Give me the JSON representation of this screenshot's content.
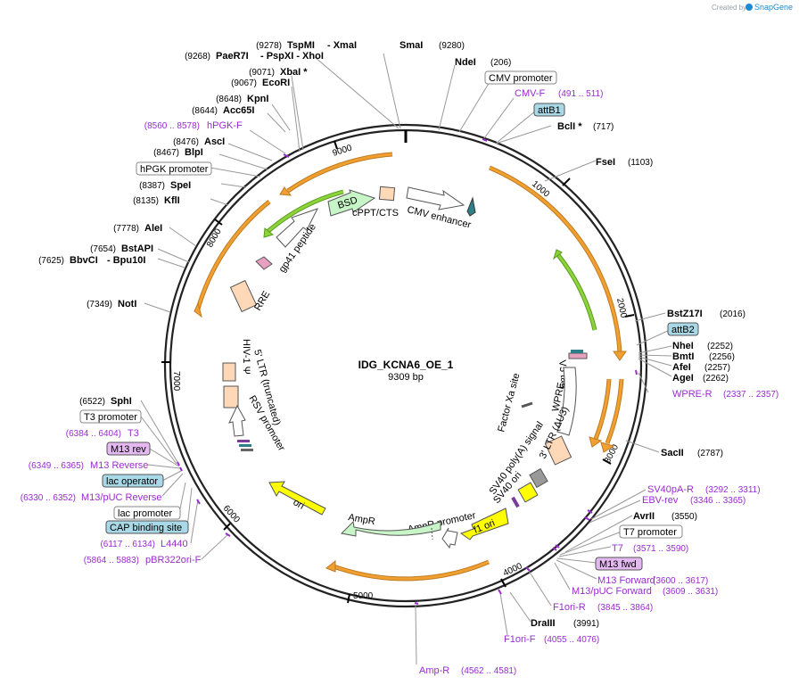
{
  "watermark": {
    "created_by": "Created by",
    "brand": "SnapGene"
  },
  "plasmid": {
    "name": "IDG_KCNA6_OE_1",
    "size": "9309 bp"
  },
  "enzymes": [
    {
      "pos": "(9278)",
      "name": "TspMI",
      "extra": "- XmaI"
    },
    {
      "pos": "(9268)",
      "name": "PaeR7I",
      "extra": "- PspXI   - XhoI"
    },
    {
      "pos": "(9071)",
      "name": "XbaI *",
      "extra": ""
    },
    {
      "pos": "(9067)",
      "name": "EcoRI",
      "extra": ""
    },
    {
      "pos": "(8648)",
      "name": "KpnI",
      "extra": ""
    },
    {
      "pos": "(8644)",
      "name": "Acc65I",
      "extra": ""
    },
    {
      "pos": "(8476)",
      "name": "AscI",
      "extra": ""
    },
    {
      "pos": "(8467)",
      "name": "BlpI",
      "extra": ""
    },
    {
      "pos": "(8387)",
      "name": "SpeI",
      "extra": ""
    },
    {
      "pos": "(8135)",
      "name": "KflI",
      "extra": ""
    },
    {
      "pos": "(7778)",
      "name": "AleI",
      "extra": ""
    },
    {
      "pos": "(7654)",
      "name": "BstAPI",
      "extra": ""
    },
    {
      "pos": "(7625)",
      "name": "BbvCI",
      "extra": "- Bpu10I"
    },
    {
      "pos": "(7349)",
      "name": "NotI",
      "extra": ""
    },
    {
      "pos": "(6522)",
      "name": "SphI",
      "extra": ""
    },
    {
      "pos": "(9280)",
      "name": "SmaI",
      "extra": ""
    },
    {
      "pos": "(206)",
      "name": "NdeI",
      "extra": ""
    },
    {
      "pos": "(717)",
      "name": "BclI *",
      "extra": ""
    },
    {
      "pos": "(1103)",
      "name": "FseI",
      "extra": ""
    },
    {
      "pos": "(2016)",
      "name": "BstZ17I",
      "extra": ""
    },
    {
      "pos": "(2252)",
      "name": "NheI",
      "extra": ""
    },
    {
      "pos": "(2256)",
      "name": "BmtI",
      "extra": ""
    },
    {
      "pos": "(2257)",
      "name": "AfeI",
      "extra": ""
    },
    {
      "pos": "(2262)",
      "name": "AgeI",
      "extra": ""
    },
    {
      "pos": "(2787)",
      "name": "SacII",
      "extra": ""
    },
    {
      "pos": "(3550)",
      "name": "AvrII",
      "extra": ""
    },
    {
      "pos": "(3991)",
      "name": "DraIII",
      "extra": ""
    }
  ],
  "primers": [
    {
      "name": "hPGK-F",
      "range": "(8560 .. 8578)"
    },
    {
      "name": "CMV-F",
      "range": "(491 .. 511)"
    },
    {
      "name": "WPRE-R",
      "range": "(2337 .. 2357)"
    },
    {
      "name": "T3",
      "range": "(6384 .. 6404)"
    },
    {
      "name": "M13 Reverse",
      "range": "(6349 .. 6365)"
    },
    {
      "name": "M13/pUC Reverse",
      "range": "(6330 .. 6352)"
    },
    {
      "name": "L4440",
      "range": "(6117 .. 6134)"
    },
    {
      "name": "pBR322ori-F",
      "range": "(5864 .. 5883)"
    },
    {
      "name": "SV40pA-R",
      "range": "(3292 .. 3311)"
    },
    {
      "name": "EBV-rev",
      "range": "(3346 .. 3365)"
    },
    {
      "name": "T7",
      "range": "(3571 .. 3590)"
    },
    {
      "name": "M13 Forward",
      "range": "(3600 .. 3617)"
    },
    {
      "name": "M13/pUC Forward",
      "range": "(3609 .. 3631)"
    },
    {
      "name": "F1ori-R",
      "range": "(3845 .. 3864)"
    },
    {
      "name": "F1ori-F",
      "range": "(4055 .. 4076)"
    },
    {
      "name": "Amp-R",
      "range": "(4562 .. 4581)"
    }
  ],
  "boxed_labels": {
    "cmv_promoter": "CMV promoter",
    "attb1": "attB1",
    "attb2": "attB2",
    "hpgk_promoter": "hPGK promoter",
    "t3_promoter": "T3 promoter",
    "m13_rev": "M13 rev",
    "lac_operator": "lac operator",
    "lac_promoter": "lac promoter",
    "cap_binding_site": "CAP binding site",
    "t7_promoter": "T7 promoter",
    "m13_fwd": "M13 fwd"
  },
  "features": {
    "bsd": "BSD",
    "cppt_cts": "cPPT/CTS",
    "cmv_enhancer": "CMV enhancer",
    "gp41_peptide": "gp41 peptide",
    "rre": "RRE",
    "ltr5": "5' LTR (truncated)",
    "hiv1_psi": "HIV-1 Ψ",
    "rsv_promoter": "RSV promoter",
    "v5_tag": "V5 tag",
    "factor_xa": "Factor Xa site",
    "wpre": "WPRE",
    "ltr3": "3' LTR (ΔU3)",
    "sv40_polya": "SV40 poly(A) signal",
    "sv40_ori": "SV40 ori",
    "f1_ori": "f1 ori",
    "ampr_promoter": "AmpR promoter",
    "ampr": "AmpR",
    "ori": "ori"
  },
  "ticks": [
    "1000",
    "2000",
    "3000",
    "4000",
    "5000",
    "6000",
    "7000",
    "8000",
    "9000"
  ],
  "colors": {
    "primer": "#9a2bd1",
    "orf_orange": "#f0a030",
    "orf_green": "#8cd43a",
    "feature_yellow": "#ffff00",
    "feature_peach": "#ffd8b8",
    "feature_mint": "#c8f5c8",
    "attb_fill": "#a9d8e6"
  }
}
